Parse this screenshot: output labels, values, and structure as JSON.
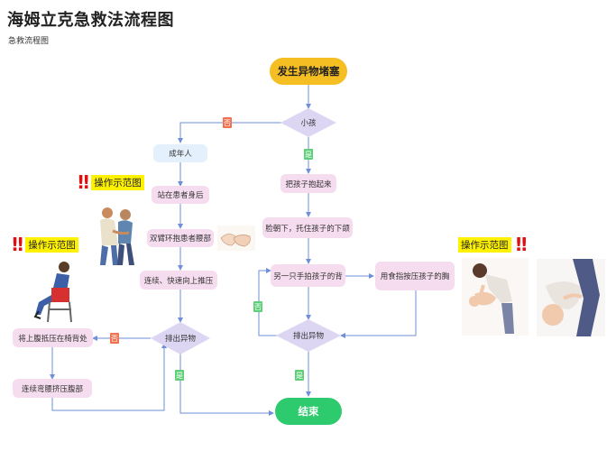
{
  "title": "海姆立克急救法流程图",
  "subtitle": "急救流程图",
  "nodes": {
    "start": "发生异物堵塞",
    "child_decision": "小孩",
    "adult": "成年人",
    "stand_behind": "站在患者身后",
    "hug_waist": "双臂环抱患者腰部",
    "push_up": "连续、快速向上推压",
    "expel_left": "排出异物",
    "chair": "将上腹抵压在椅背处",
    "bend_press": "连续弯腰挤压腹部",
    "hold_child": "把孩子抱起来",
    "face_down": "脸朝下，托住孩子的下颌",
    "pat_back": "另一只手拍孩子的背",
    "finger_press": "用食指按压孩子的胸",
    "expel_right": "排出异物",
    "end": "结束"
  },
  "labels": {
    "no_child": "否",
    "yes_child": "是",
    "no_left": "否",
    "yes_left": "是",
    "no_right": "否",
    "yes_right": "是"
  },
  "operation_demo": {
    "label": "操作示范图",
    "mark": "!!"
  },
  "colors": {
    "start": "#f5be22",
    "end": "#2ecb6e",
    "process": "#f6dcef",
    "decision": "#ddd6f3",
    "adult": "#e4f1fc",
    "arrow": "#6f8fd9",
    "no_tag": "#f07050",
    "yes_tag": "#5ccf77",
    "highlight": "#fff200"
  }
}
